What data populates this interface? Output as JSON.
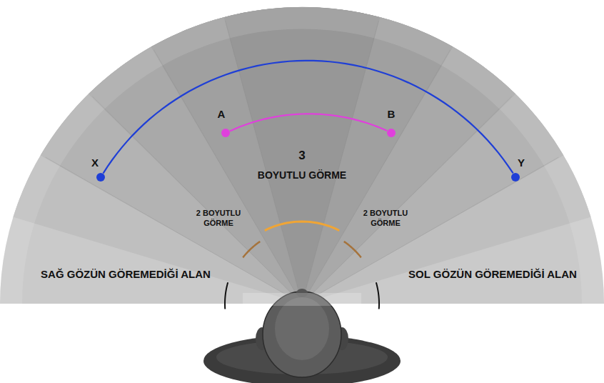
{
  "diagram": {
    "nodes": [
      {
        "text": [
          "A"
        ]
      },
      {
        "text": [
          "B"
        ]
      },
      {
        "text": [
          "X"
        ]
      },
      {
        "text": [
          "Y"
        ]
      }
    ],
    "edges": [
      {
        "from": 0,
        "to": 1,
        "arrow": "none"
      },
      {
        "from": 2,
        "to": 3,
        "arrow": "none"
      }
    ],
    "labels": [
      "3",
      "BOYUTLU GÖRME",
      "2 BOYUTLU GÖRME",
      "2 BOYUTLU GÖRME",
      "SAĞ GÖZÜN GÖREMEDİĞİ ALAN",
      "SOL GÖZÜN GÖREMEDİĞİ ALAN"
    ]
  }
}
